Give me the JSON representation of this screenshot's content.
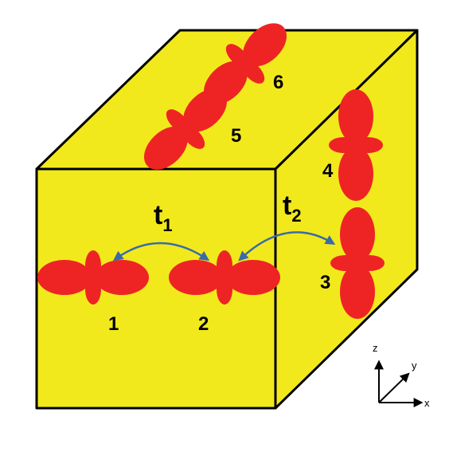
{
  "colors": {
    "cube_fill": "#F2E91C",
    "cube_edge": "#000000",
    "orbital": "#EE2424",
    "hop_arrow": "#3A6BA8"
  },
  "sites": [
    {
      "id": 1,
      "label": "1"
    },
    {
      "id": 2,
      "label": "2"
    },
    {
      "id": 3,
      "label": "3"
    },
    {
      "id": 4,
      "label": "4"
    },
    {
      "id": 5,
      "label": "5"
    },
    {
      "id": 6,
      "label": "6"
    }
  ],
  "hoppings": [
    {
      "symbol": "t",
      "subscript": "1",
      "between": [
        1,
        2
      ]
    },
    {
      "symbol": "t",
      "subscript": "2",
      "between": [
        2,
        3
      ]
    }
  ],
  "axes": {
    "z": "z",
    "y": "y",
    "x": "x"
  }
}
